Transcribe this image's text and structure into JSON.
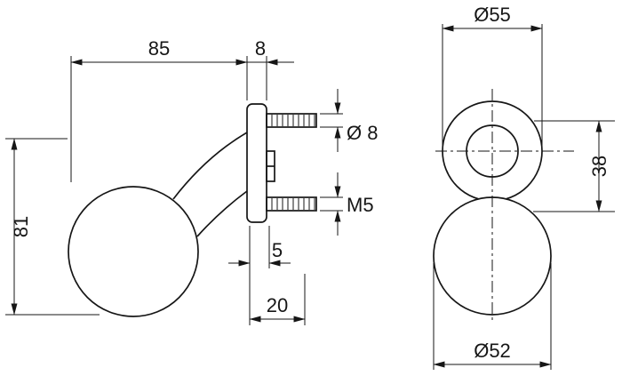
{
  "drawing_type": "technical-dimension-drawing-door-knob",
  "colors": {
    "line": "#161616",
    "background": "#ffffff"
  },
  "dims": {
    "width_85": "85",
    "rose_8": "8",
    "screw_dia": "Ø 8",
    "thread_m5": "M5",
    "height_81": "81",
    "offset_5": "5",
    "length_20": "20",
    "rose_dia_55": "Ø55",
    "neck_38": "38",
    "knob_dia_52": "Ø52"
  }
}
